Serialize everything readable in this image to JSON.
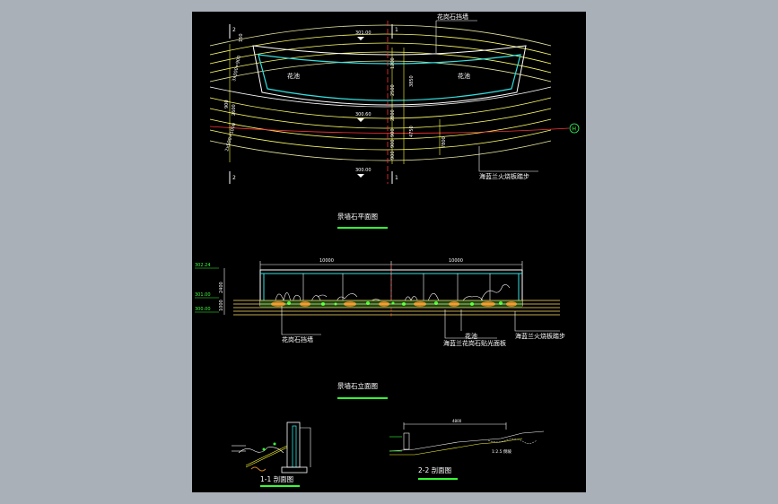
{
  "plan": {
    "callout_top": "花岗石挡墙",
    "planter_left": "花池",
    "planter_right": "花池",
    "elev_top": "301.00",
    "elev_mid": "300.60",
    "elev_bot": "300.00",
    "section_mark": "1",
    "section_mark_left": "2",
    "dims_left": [
      "150",
      "3x300=900",
      "900",
      "2600",
      "2x500=1000"
    ],
    "dims_center": [
      "1200",
      "2500",
      "3850",
      "2800",
      "4750",
      "900",
      "900",
      "900",
      "7800"
    ],
    "axis_label": "H",
    "callout_steps": "海蓝兰火烧板踏步",
    "title": "景墙石平面图"
  },
  "elevation": {
    "dim_left": "10000",
    "dim_right": "10000",
    "level_top": "302.24",
    "level_mid": "301.00",
    "level_bot": "300.00",
    "dim_side_1": "2400",
    "dim_side_2": "1000",
    "callout_wall": "花岗石挡墙",
    "callout_planter": "花池",
    "callout_steps": "海蓝兰火烧板踏步",
    "callout_finish": "海蓝兰花岗石贴光面板",
    "title": "景墙石立面图"
  },
  "section1": {
    "title": "1-1 剖面图"
  },
  "section2": {
    "title": "2-2 剖面图",
    "dim": "4800",
    "note": "1:2.5 倒坡"
  }
}
